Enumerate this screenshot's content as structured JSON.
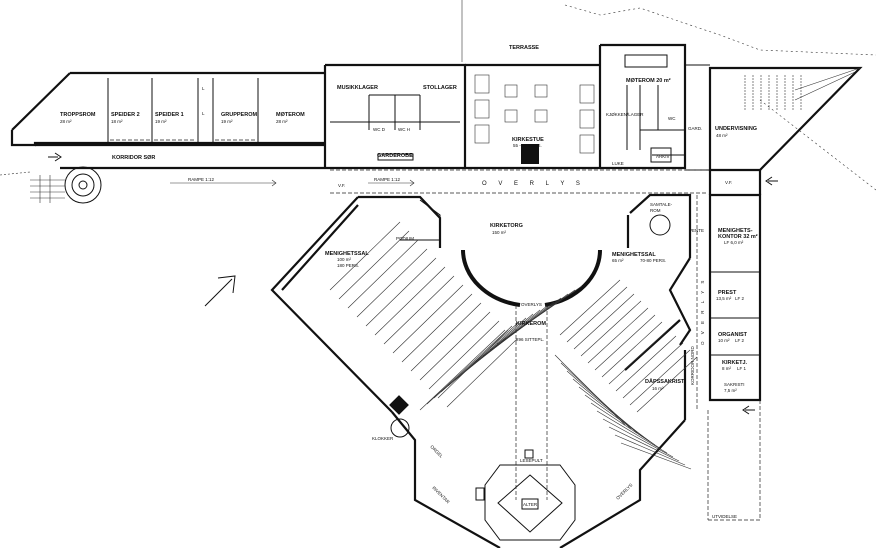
{
  "south_wing": {
    "troppsrom": {
      "name": "TROPPSROM",
      "area": "28 m²"
    },
    "speider2": {
      "name": "SPEIDER 2",
      "area": "18 m²"
    },
    "speider1": {
      "name": "SPEIDER 1",
      "area": "19 m²"
    },
    "grupperom": {
      "name": "GRUPPEROM",
      "area": "19 m²"
    },
    "moterom": {
      "name": "MØTEROM",
      "area": "28 m²"
    },
    "l1": "L",
    "l2": "L",
    "korridor": "KORRIDOR SØR",
    "rampe": "RAMPE 1:12"
  },
  "middle_block": {
    "musikklager": "MUSIKKLAGER",
    "stollager": "STOLLAGER",
    "wc_d": "WC D",
    "wc_h": "WC H",
    "garderobe": "GARDEROBE",
    "rampe": "RAMPE 1:12",
    "vf": "V.F."
  },
  "kirkestue": {
    "terrasse": "TERRASSE",
    "name": "KIRKESTUE",
    "capacity": "55 - 60 PERS."
  },
  "north_block": {
    "moterom": "MØTEROM 20 m²",
    "kjokken": "KJØKKEN/LAGER",
    "wc": "WC",
    "gard": "GARD.",
    "arkiv": "ARKIV",
    "luke": "LUKE",
    "undervisning": {
      "name": "UNDERVISNING",
      "area": "48 m²"
    },
    "vf": "V.F."
  },
  "overlys": "O V E R L Y S",
  "church": {
    "kirketorg": {
      "name": "KIRKETORG",
      "area": "150 m²"
    },
    "podium": "PODIUM",
    "menighetssal_west": {
      "name": "MENIGHETSSAL",
      "area": "100 m²",
      "capacity": "180 PERS."
    },
    "menighetssal_east": {
      "name": "MENIGHETSSAL",
      "area": "65 m²",
      "capacity": "70-80 PERS."
    },
    "overlys_small": "OVERLYS",
    "kirkerom": {
      "name": "KIRKEROM",
      "capacity": "296 SITTEPL."
    },
    "klokker": "KLOKKER",
    "orgel": "ORGEL",
    "lesepult": "LESEPULT",
    "alter": "ALTER",
    "inventar": "INVENTAR",
    "overlys_diag": "OVERLYS"
  },
  "east_wing": {
    "samtalerom": {
      "name": "SAMTALE-",
      "name2": "ROM"
    },
    "vente": "VENTE",
    "menighetskontor": {
      "name": "MENIGHETS-",
      "name2": "KONTOR 32 m²",
      "lf": "LF 6,0 m²"
    },
    "prest": {
      "name": "PREST",
      "area": "13,5 m²",
      "lf": "LF 2"
    },
    "organist": {
      "name": "ORGANIST",
      "area": "10 m²",
      "lf": "LF 2"
    },
    "kirketjener": {
      "name": "KIRKETJ.",
      "area": "8 m²",
      "lf": "LF 1"
    },
    "sakristi": {
      "name": "SAKRISTI",
      "area": "7,5 m²"
    },
    "dapssakristi": {
      "name": "DÅPSSAKRISTI",
      "area": "16 m²"
    },
    "korridor": "KORRIDOR NORD",
    "overlys": "O V E R L Y S",
    "utvidelse": "UTVIDELSE"
  }
}
